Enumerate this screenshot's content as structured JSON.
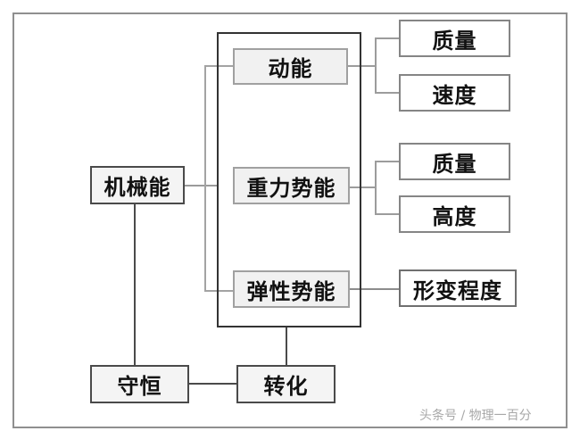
{
  "nodes": {
    "mechanical_energy": "机械能",
    "kinetic_energy": "动能",
    "gravitational_pe": "重力势能",
    "elastic_pe": "弹性势能",
    "ke_mass": "质量",
    "ke_speed": "速度",
    "gpe_mass": "质量",
    "gpe_height": "高度",
    "deformation": "形变程度",
    "conservation": "守恒",
    "conversion": "转化"
  },
  "watermark": "头条号 / 物理一百分"
}
